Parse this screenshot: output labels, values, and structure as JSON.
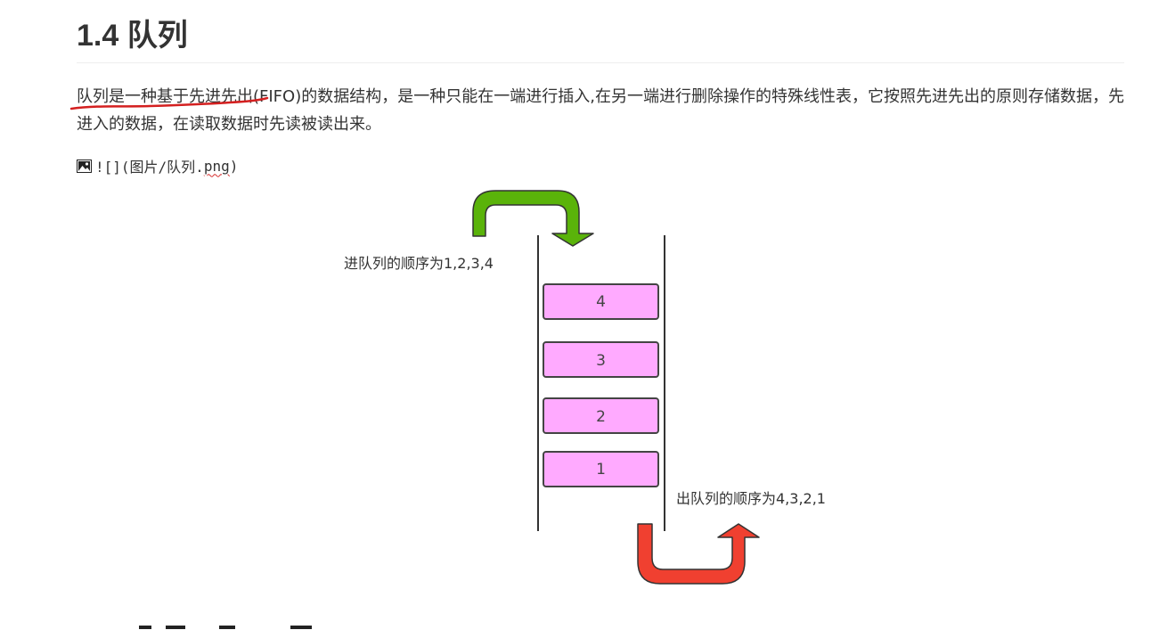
{
  "heading": "1.4 队列",
  "paragraph": "队列是一种基于先进先出(FIFO)的数据结构，是一种只能在一端进行插入,在另一端进行删除操作的特殊线性表，它按照先进先出的原则存储数据，先进入的数据，在读取数据时先读被读出来。",
  "image_ref": {
    "icon": "image-icon",
    "prefix": "![](图片/队列.",
    "ext": "png",
    "suffix": ")"
  },
  "diagram": {
    "enqueue_label": "进队列的顺序为1,2,3,4",
    "dequeue_label": "出队列的顺序为4,3,2,1",
    "items": [
      "4",
      "3",
      "2",
      "1"
    ],
    "colors": {
      "item_fill": "#ffaaff",
      "item_stroke": "#444444",
      "in_arrow": "#5ab30a",
      "out_arrow": "#f04030",
      "underline_mark": "#d42020"
    }
  }
}
